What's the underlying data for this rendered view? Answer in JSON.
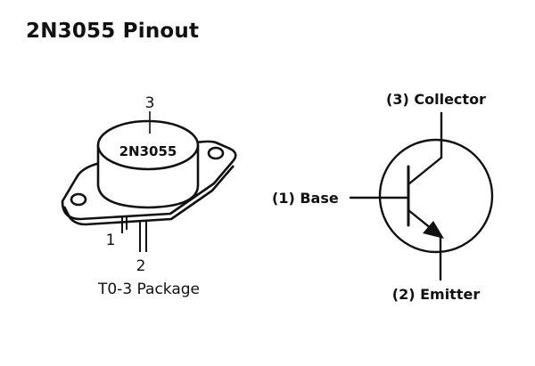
{
  "title": "2N3055 Pinout",
  "package": {
    "part_marking": "2N3055",
    "label": "T0-3 Package",
    "pins": {
      "base": "1",
      "emitter": "2",
      "collector": "3"
    }
  },
  "symbol": {
    "collector_label": "(3) Collector",
    "base_label": "(1) Base",
    "emitter_label": "(2) Emitter"
  },
  "colors": {
    "ink": "#111111",
    "background": "#ffffff"
  }
}
